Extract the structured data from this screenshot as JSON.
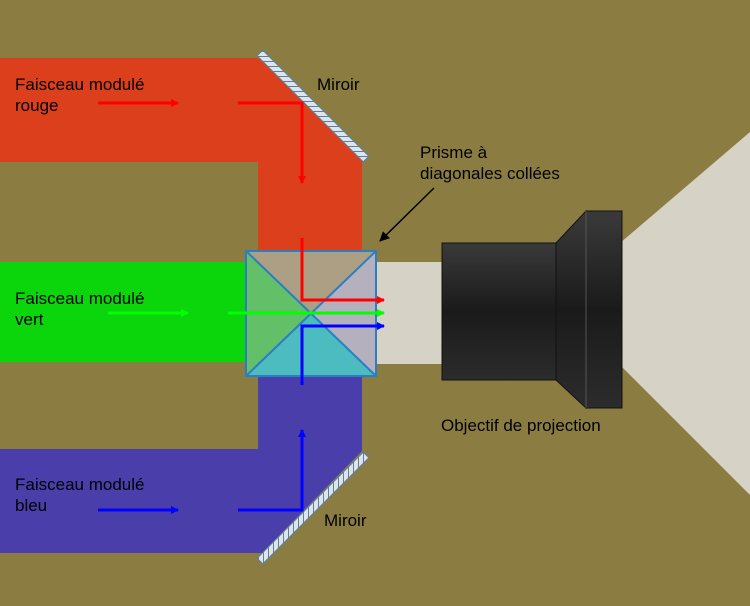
{
  "labels": {
    "red_beam": [
      "Faisceau modulé",
      "rouge"
    ],
    "green_beam": [
      "Faisceau modulé",
      "vert"
    ],
    "blue_beam": [
      "Faisceau modulé",
      "bleu"
    ],
    "mirror_top": "Miroir",
    "mirror_bottom": "Miroir",
    "prism": [
      "Prisme à",
      "diagonales collées"
    ],
    "lens": "Objectif de projection"
  },
  "colors": {
    "background": "#8b7d42",
    "red": "#dc3f1c",
    "green": "#0bd60b",
    "blue": "#4a3eab",
    "light_output": "#d7d2c6",
    "arrow_red": "#ff0000",
    "arrow_green": "#00ff00",
    "arrow_blue": "#0000ff"
  }
}
